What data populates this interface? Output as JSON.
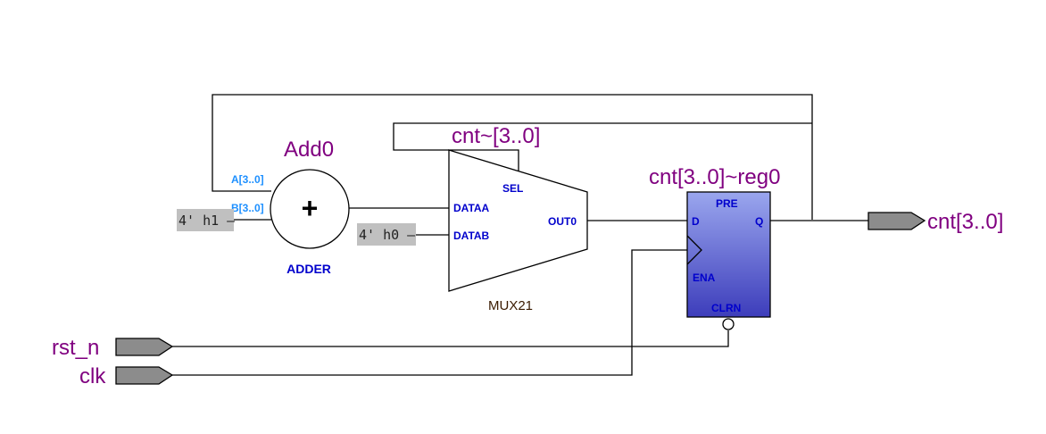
{
  "diagram": {
    "adder": {
      "instance": "Add0",
      "symbol": "+",
      "type_label": "ADDER",
      "port_a": "A[3..0]",
      "port_b": "B[3..0]",
      "const_b": "4' h1 –"
    },
    "mux": {
      "instance": "cnt~[3..0]",
      "type_label": "MUX21",
      "sel": "SEL",
      "dataa": "DATAA",
      "datab": "DATAB",
      "out": "OUT0",
      "const_datab": "4' h0 –"
    },
    "register": {
      "instance": "cnt[3..0]~reg0",
      "d": "D",
      "pre": "PRE",
      "q": "Q",
      "ena": "ENA",
      "clrn": "CLRN",
      "fill_top": "#9aa6ee",
      "fill_bottom": "#3d3dbb"
    },
    "ports": {
      "inputs": [
        "rst_n",
        "clk"
      ],
      "output": "cnt[3..0]",
      "fill": "#8c8c8c"
    },
    "colors": {
      "instance_text": "#800080",
      "pin_text": "#0000cc",
      "bus_port_text": "#1e90ff",
      "const_bg": "#c0c0c0"
    }
  }
}
